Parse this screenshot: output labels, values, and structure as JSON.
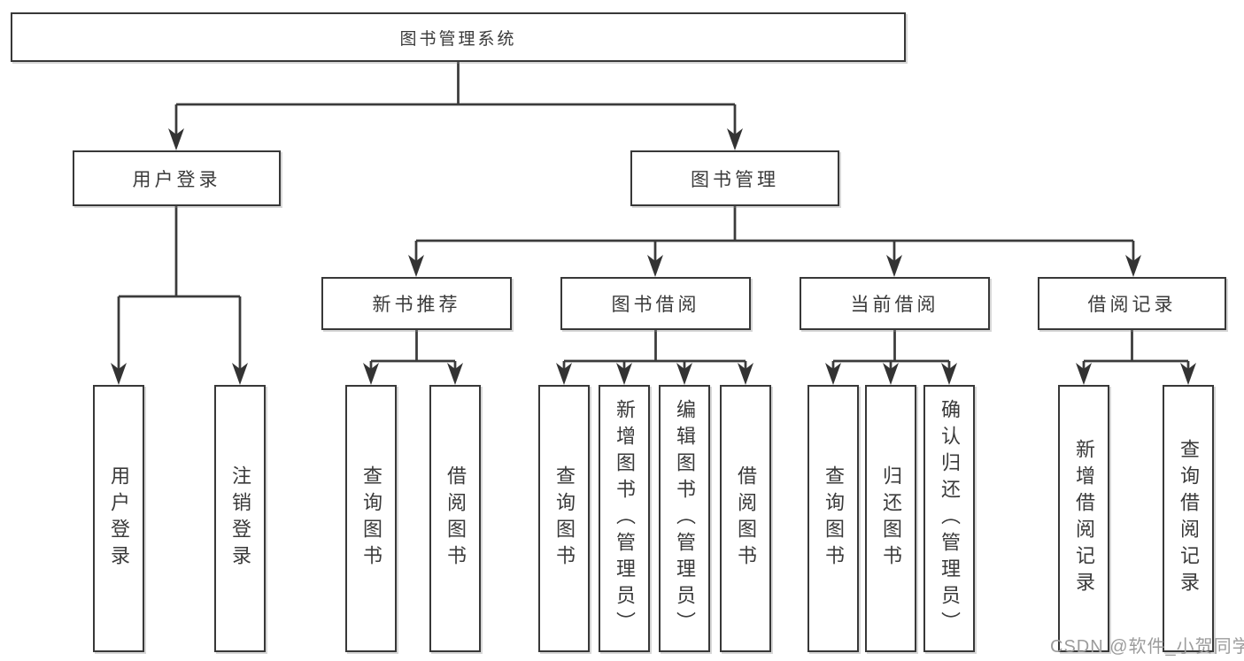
{
  "diagram": {
    "root": "图书管理系统",
    "branches": [
      {
        "label": "用户登录",
        "children": [
          "用户登录",
          "注销登录"
        ]
      },
      {
        "label": "图书管理",
        "groups": [
          {
            "label": "新书推荐",
            "children": [
              "查询图书",
              "借阅图书"
            ]
          },
          {
            "label": "图书借阅",
            "children": [
              "查询图书",
              "新增图书（管理员）",
              "编辑图书（管理员）",
              "借阅图书"
            ]
          },
          {
            "label": "当前借阅",
            "children": [
              "查询图书",
              "归还图书",
              "确认归还（管理员）"
            ]
          },
          {
            "label": "借阅记录",
            "children": [
              "新增借阅记录",
              "查询借阅记录"
            ]
          }
        ]
      }
    ]
  },
  "watermark": "CSDN @软件_小贺同学",
  "colors": {
    "line": "#3b3b3b",
    "box_border": "#383838",
    "text": "#3a3a3a",
    "background": "#ffffff",
    "watermark": "#9c9c9c"
  }
}
